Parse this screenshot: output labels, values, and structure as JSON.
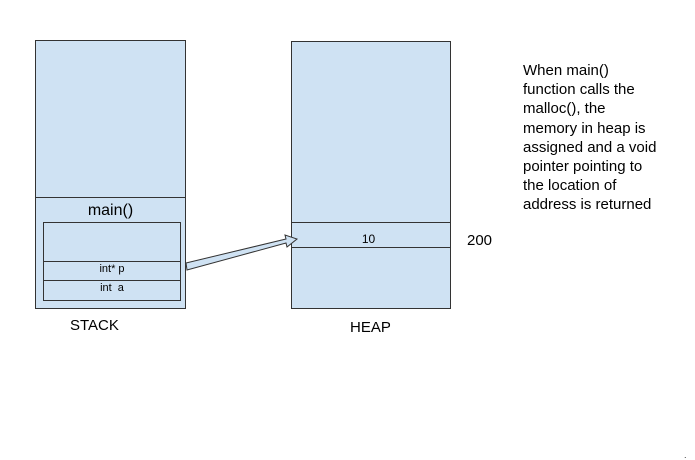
{
  "colors": {
    "box_fill": "#cfe2f3",
    "stroke": "#333333"
  },
  "stack": {
    "frame_title": "main()",
    "variables": [
      "int* p",
      "int  a"
    ],
    "caption": "STACK"
  },
  "heap": {
    "value": "10",
    "address": "200",
    "caption": "HEAP"
  },
  "note": "When main() function calls the malloc(), the memory in heap is assigned and a void pointer pointing to the location of address is returned",
  "corner_mark": "."
}
